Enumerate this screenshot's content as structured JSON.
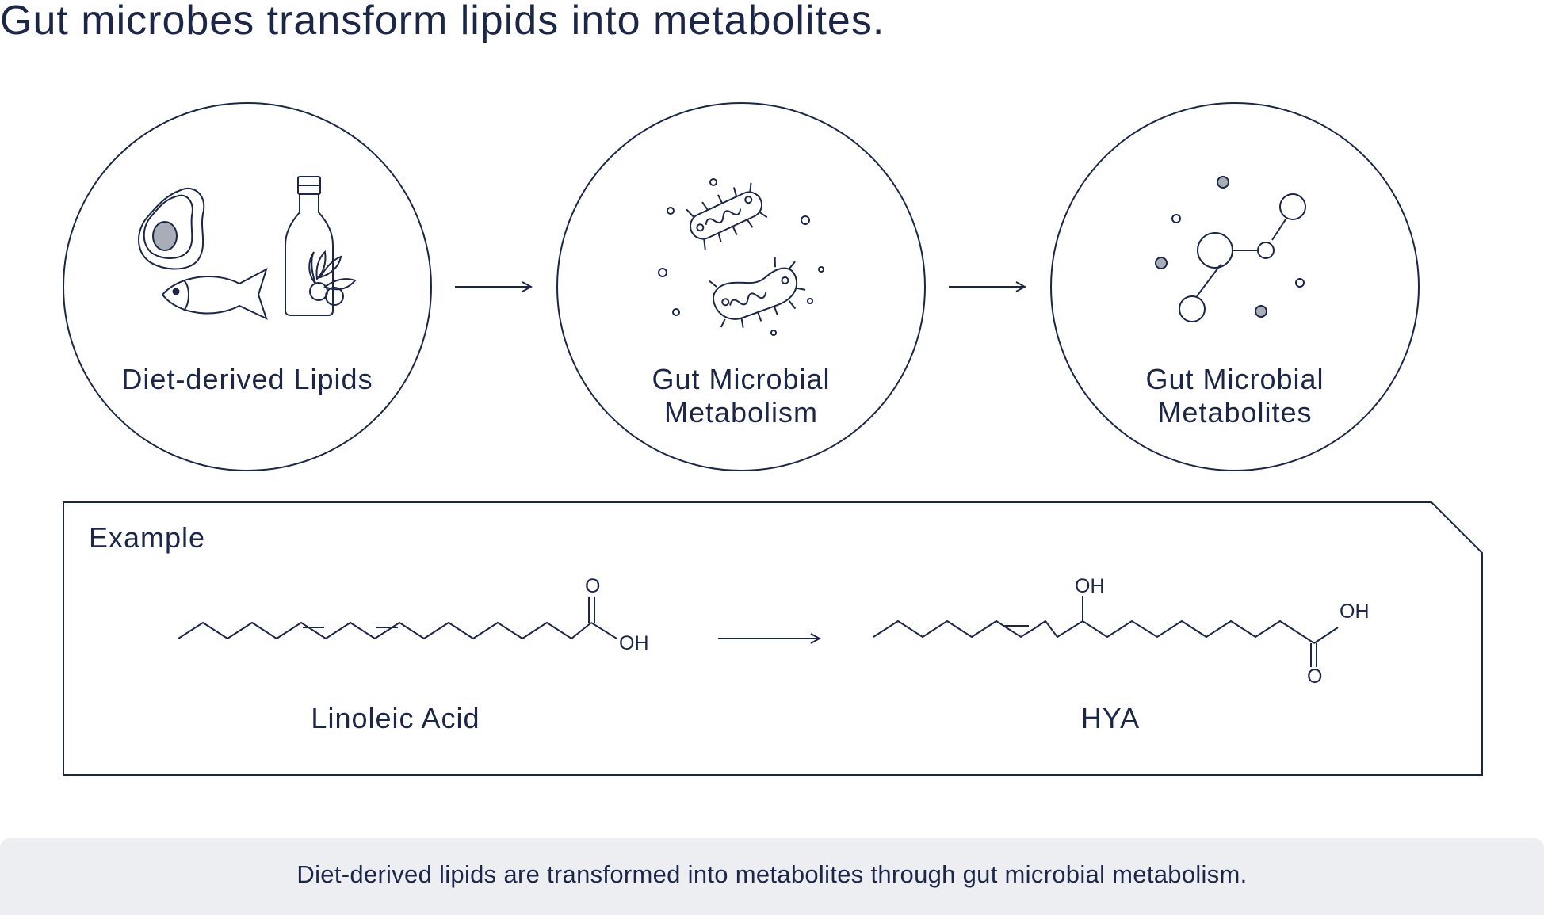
{
  "title": "Gut microbes transform lipids into metabolites.",
  "stages": [
    {
      "label_lines": [
        "Diet-derived Lipids"
      ]
    },
    {
      "label_lines": [
        "Gut Microbial",
        "Metabolism"
      ]
    },
    {
      "label_lines": [
        "Gut Microbial",
        "Metabolites"
      ]
    }
  ],
  "example": {
    "label": "Example",
    "reactant": {
      "name": "Linoleic Acid",
      "atoms": {
        "carbonyl_o": "O",
        "hydroxyl": "OH"
      }
    },
    "product": {
      "name": "HYA",
      "atoms": {
        "chain_oh": "OH",
        "acid_oh": "OH",
        "carbonyl_o": "O"
      }
    }
  },
  "footer": "Diet-derived lipids are transformed into metabolites through gut microbial metabolism.",
  "colors": {
    "ink": "#1c2748",
    "fill_gray": "#a9adb8",
    "footer_bg": "#eceef2"
  }
}
